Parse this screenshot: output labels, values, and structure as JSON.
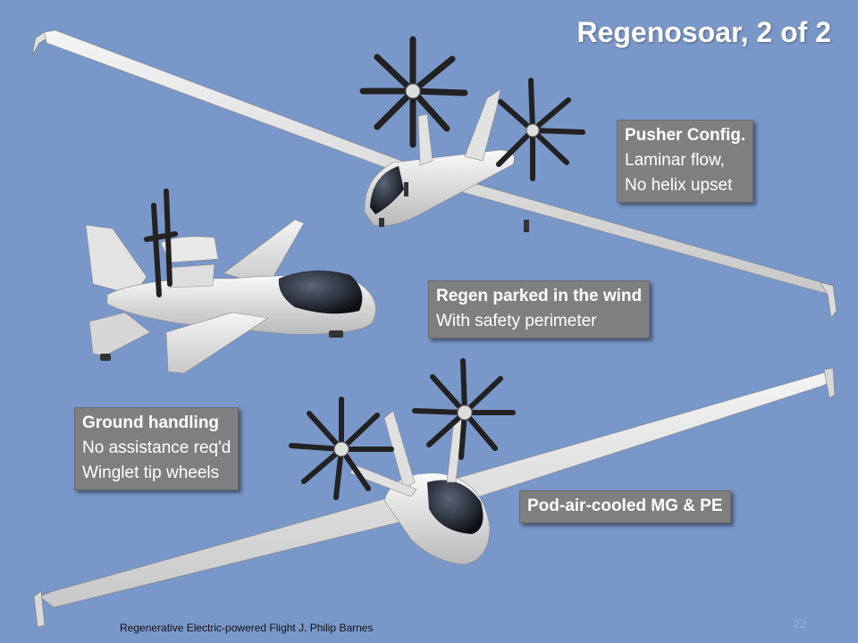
{
  "slide": {
    "title": "Regenosoar, 2 of 2",
    "footer": "Regenerative Electric-powered Flight   J. Philip Barnes",
    "page_number": "22"
  },
  "callouts": {
    "pusher": {
      "heading": "Pusher Config.",
      "line1": "Laminar flow,",
      "line2": "No helix upset"
    },
    "regen": {
      "heading": "Regen parked in the wind",
      "line1": "With safety perimeter"
    },
    "ground": {
      "heading": "Ground handling",
      "line1": "No assistance req'd",
      "line2": "Winglet tip wheels"
    },
    "pod": {
      "heading": "Pod-air-cooled MG & PE"
    }
  },
  "colors": {
    "background": "#7a97c9",
    "callout_fill": "#7f7f7f",
    "aircraft_body": "#e6e6e6",
    "canopy": "#1a1a1a"
  }
}
